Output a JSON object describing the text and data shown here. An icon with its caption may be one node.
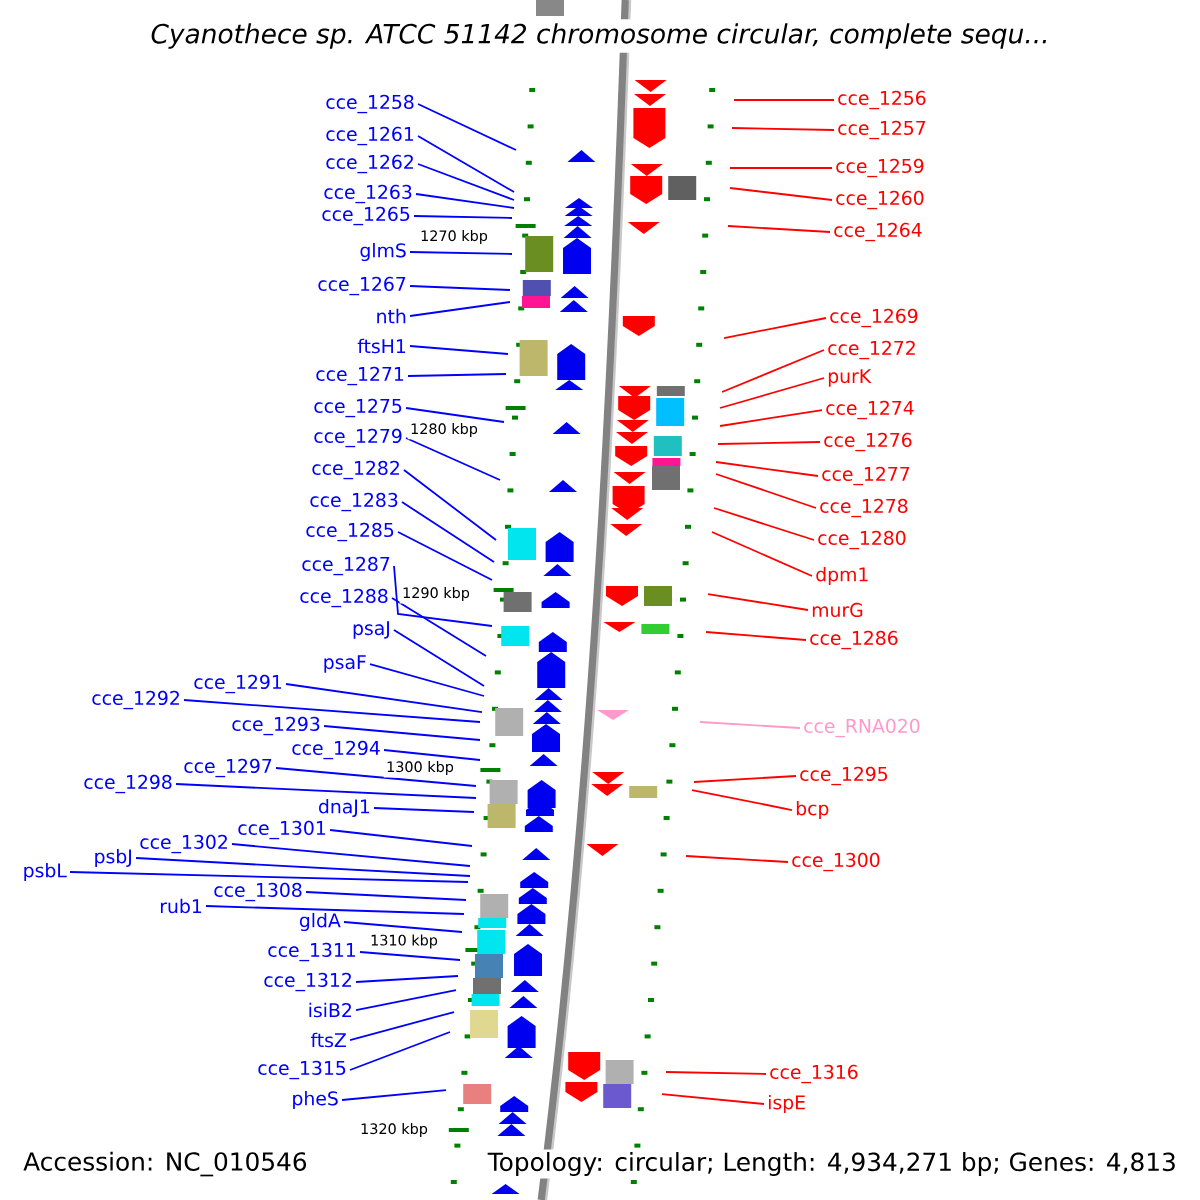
{
  "diagram": {
    "title": "Cyanothece sp. ATCC 51142 chromosome circular, complete sequ...",
    "nodes": [
      {
        "text": [
          "cce_1258"
        ]
      },
      {
        "text": [
          "cce_1261"
        ]
      },
      {
        "text": [
          "cce_1262"
        ]
      },
      {
        "text": [
          "cce_1263"
        ]
      },
      {
        "text": [
          "cce_1265"
        ]
      },
      {
        "text": [
          "glmS"
        ]
      },
      {
        "text": [
          "cce_1267"
        ]
      },
      {
        "text": [
          "nth"
        ]
      },
      {
        "text": [
          "ftsH1"
        ]
      },
      {
        "text": [
          "cce_1271"
        ]
      },
      {
        "text": [
          "cce_1275"
        ]
      },
      {
        "text": [
          "cce_1279"
        ]
      },
      {
        "text": [
          "cce_1282"
        ]
      },
      {
        "text": [
          "cce_1283"
        ]
      },
      {
        "text": [
          "cce_1285"
        ]
      },
      {
        "text": [
          "cce_1287"
        ]
      },
      {
        "text": [
          "cce_1288"
        ]
      },
      {
        "text": [
          "psaJ"
        ]
      },
      {
        "text": [
          "psaF"
        ]
      },
      {
        "text": [
          "cce_1291"
        ]
      },
      {
        "text": [
          "cce_1292"
        ]
      },
      {
        "text": [
          "cce_1293"
        ]
      },
      {
        "text": [
          "cce_1294"
        ]
      },
      {
        "text": [
          "cce_1297"
        ]
      },
      {
        "text": [
          "cce_1298"
        ]
      },
      {
        "text": [
          "dnaJ1"
        ]
      },
      {
        "text": [
          "cce_1301"
        ]
      },
      {
        "text": [
          "cce_1302"
        ]
      },
      {
        "text": [
          "psbJ"
        ]
      },
      {
        "text": [
          "psbL"
        ]
      },
      {
        "text": [
          "rub1"
        ]
      },
      {
        "text": [
          "cce_1308"
        ]
      },
      {
        "text": [
          "gldA"
        ]
      },
      {
        "text": [
          "cce_1311"
        ]
      },
      {
        "text": [
          "cce_1312"
        ]
      },
      {
        "text": [
          "isiB2"
        ]
      },
      {
        "text": [
          "ftsZ"
        ]
      },
      {
        "text": [
          "cce_1315"
        ]
      },
      {
        "text": [
          "pheS"
        ]
      },
      {
        "text": [
          "cce_1256"
        ]
      },
      {
        "text": [
          "cce_1257"
        ]
      },
      {
        "text": [
          "cce_1259"
        ]
      },
      {
        "text": [
          "cce_1260"
        ]
      },
      {
        "text": [
          "cce_1264"
        ]
      },
      {
        "text": [
          "cce_1269"
        ]
      },
      {
        "text": [
          "cce_1272"
        ]
      },
      {
        "text": [
          "purK"
        ]
      },
      {
        "text": [
          "cce_1274"
        ]
      },
      {
        "text": [
          "cce_1276"
        ]
      },
      {
        "text": [
          "cce_1277"
        ]
      },
      {
        "text": [
          "cce_1278"
        ]
      },
      {
        "text": [
          "cce_1280"
        ]
      },
      {
        "text": [
          "dpm1"
        ]
      },
      {
        "text": [
          "murG"
        ]
      },
      {
        "text": [
          "cce_1286"
        ]
      },
      {
        "text": [
          "cce_RNA020"
        ]
      },
      {
        "text": [
          "cce_1295"
        ]
      },
      {
        "text": [
          "bcp"
        ]
      },
      {
        "text": [
          "cce_1300"
        ]
      },
      {
        "text": [
          "cce_1316"
        ]
      },
      {
        "text": [
          "ispE"
        ]
      }
    ],
    "edges": [
      {
        "from": 0,
        "to": null,
        "arrow": "none"
      },
      {
        "from": 1,
        "to": null,
        "arrow": "none"
      },
      {
        "from": 2,
        "to": null,
        "arrow": "none"
      },
      {
        "from": 3,
        "to": null,
        "arrow": "none"
      },
      {
        "from": 4,
        "to": null,
        "arrow": "none"
      },
      {
        "from": 5,
        "to": null,
        "arrow": "none"
      },
      {
        "from": 6,
        "to": null,
        "arrow": "none"
      },
      {
        "from": 7,
        "to": null,
        "arrow": "none"
      },
      {
        "from": 8,
        "to": null,
        "arrow": "none"
      },
      {
        "from": 9,
        "to": null,
        "arrow": "none"
      },
      {
        "from": 10,
        "to": null,
        "arrow": "none"
      },
      {
        "from": 11,
        "to": null,
        "arrow": "none"
      },
      {
        "from": 12,
        "to": null,
        "arrow": "none"
      },
      {
        "from": 13,
        "to": null,
        "arrow": "none"
      },
      {
        "from": 14,
        "to": null,
        "arrow": "none"
      },
      {
        "from": 15,
        "to": null,
        "arrow": "none"
      },
      {
        "from": 16,
        "to": null,
        "arrow": "none"
      },
      {
        "from": 17,
        "to": null,
        "arrow": "none"
      },
      {
        "from": 18,
        "to": null,
        "arrow": "none"
      },
      {
        "from": 19,
        "to": null,
        "arrow": "none"
      },
      {
        "from": 20,
        "to": null,
        "arrow": "none"
      },
      {
        "from": 21,
        "to": null,
        "arrow": "none"
      },
      {
        "from": 22,
        "to": null,
        "arrow": "none"
      },
      {
        "from": 23,
        "to": null,
        "arrow": "none"
      },
      {
        "from": 24,
        "to": null,
        "arrow": "none"
      },
      {
        "from": 25,
        "to": null,
        "arrow": "none"
      },
      {
        "from": 26,
        "to": null,
        "arrow": "none"
      },
      {
        "from": 27,
        "to": null,
        "arrow": "none"
      },
      {
        "from": 28,
        "to": null,
        "arrow": "none"
      },
      {
        "from": 29,
        "to": null,
        "arrow": "none"
      },
      {
        "from": 30,
        "to": null,
        "arrow": "none"
      },
      {
        "from": 31,
        "to": null,
        "arrow": "none"
      },
      {
        "from": 32,
        "to": null,
        "arrow": "none"
      },
      {
        "from": 33,
        "to": null,
        "arrow": "none"
      },
      {
        "from": 34,
        "to": null,
        "arrow": "none"
      },
      {
        "from": 35,
        "to": null,
        "arrow": "none"
      },
      {
        "from": 36,
        "to": null,
        "arrow": "none"
      },
      {
        "from": 37,
        "to": null,
        "arrow": "none"
      },
      {
        "from": 38,
        "to": null,
        "arrow": "none"
      },
      {
        "from": 39,
        "to": null,
        "arrow": "none",
        "color": "#ff0000"
      },
      {
        "from": 40,
        "to": null,
        "arrow": "none",
        "color": "#ff0000"
      },
      {
        "from": 41,
        "to": null,
        "arrow": "none",
        "color": "#ff0000"
      },
      {
        "from": 42,
        "to": null,
        "arrow": "none",
        "color": "#ff0000"
      },
      {
        "from": 43,
        "to": null,
        "arrow": "none",
        "color": "#ff0000"
      },
      {
        "from": 44,
        "to": null,
        "arrow": "none",
        "color": "#ff0000"
      },
      {
        "from": 45,
        "to": null,
        "arrow": "none",
        "color": "#ff0000"
      },
      {
        "from": 46,
        "to": null,
        "arrow": "none",
        "color": "#ff0000"
      },
      {
        "from": 47,
        "to": null,
        "arrow": "none",
        "color": "#ff0000"
      },
      {
        "from": 48,
        "to": null,
        "arrow": "none",
        "color": "#ff0000"
      },
      {
        "from": 49,
        "to": null,
        "arrow": "none",
        "color": "#ff0000"
      },
      {
        "from": 50,
        "to": null,
        "arrow": "none",
        "color": "#ff0000"
      },
      {
        "from": 51,
        "to": null,
        "arrow": "none",
        "color": "#ff0000"
      },
      {
        "from": 52,
        "to": null,
        "arrow": "none",
        "color": "#ff0000"
      },
      {
        "from": 53,
        "to": null,
        "arrow": "none",
        "color": "#ff0000"
      },
      {
        "from": 54,
        "to": null,
        "arrow": "none",
        "color": "#ff0000"
      },
      {
        "from": 55,
        "to": null,
        "arrow": "none",
        "color": "#ff99cc"
      },
      {
        "from": 56,
        "to": null,
        "arrow": "none",
        "color": "#ff0000"
      },
      {
        "from": 57,
        "to": null,
        "arrow": "none",
        "color": "#ff0000"
      },
      {
        "from": 58,
        "to": null,
        "arrow": "none",
        "color": "#ff0000"
      },
      {
        "from": 59,
        "to": null,
        "arrow": "none",
        "color": "#ff0000"
      },
      {
        "from": 60,
        "to": null,
        "arrow": "none",
        "color": "#ff0000"
      }
    ],
    "labels": [
      "1270 kbp",
      "1280 kbp",
      "1290 kbp",
      "1300 kbp",
      "1310 kbp",
      "1320 kbp",
      "Accession: NC_010546",
      "Topology: circular; Length: 4,934,271 bp; Genes: 4,813"
    ]
  }
}
